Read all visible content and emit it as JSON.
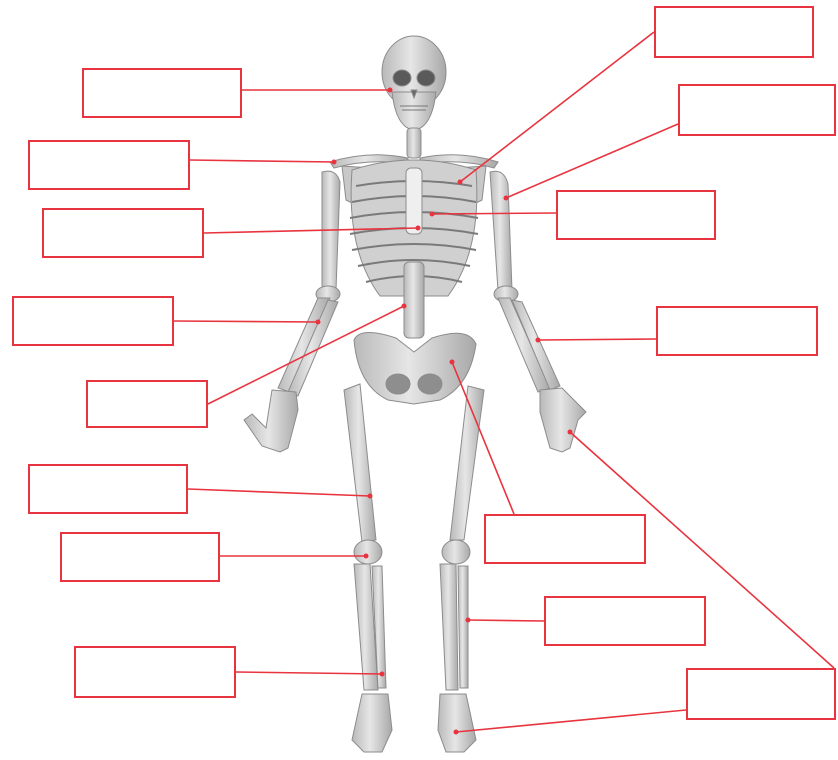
{
  "colors": {
    "line": "#e8343f",
    "bone": "#d9d9d9",
    "bone_shade": "#a9a9a9",
    "bone_edge": "#8c8c8c"
  },
  "labels": [
    {
      "id": "skull",
      "text": ""
    },
    {
      "id": "clavicle",
      "text": ""
    },
    {
      "id": "sternum",
      "text": ""
    },
    {
      "id": "radius",
      "text": ""
    },
    {
      "id": "vertebral-column",
      "text": ""
    },
    {
      "id": "femur",
      "text": ""
    },
    {
      "id": "patella",
      "text": ""
    },
    {
      "id": "tibia",
      "text": ""
    },
    {
      "id": "scapula",
      "text": ""
    },
    {
      "id": "humerus",
      "text": ""
    },
    {
      "id": "ribs",
      "text": ""
    },
    {
      "id": "ulna",
      "text": ""
    },
    {
      "id": "pelvis",
      "text": ""
    },
    {
      "id": "fibula",
      "text": ""
    },
    {
      "id": "phalanges",
      "text": ""
    }
  ]
}
